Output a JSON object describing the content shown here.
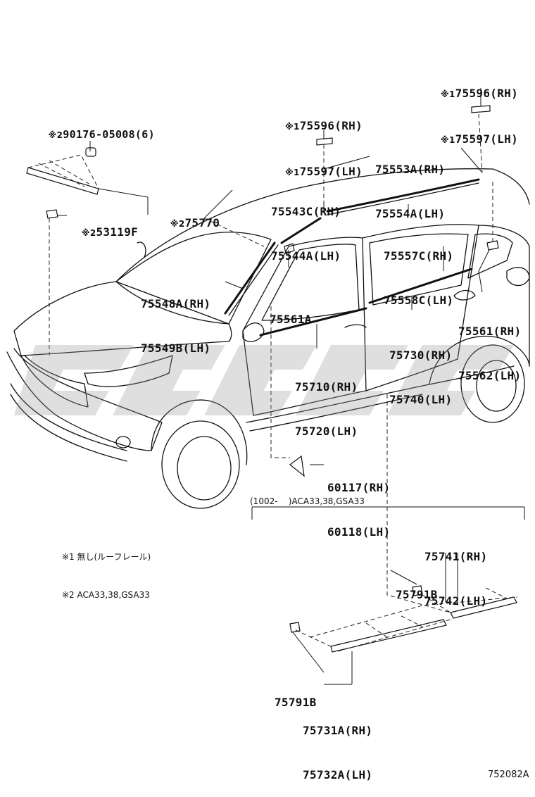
{
  "colors": {
    "ink": "#111111",
    "watermark": "#9a9a9a"
  },
  "callouts": {
    "c_90176": {
      "mark": "※2",
      "lines": [
        "90176-05008(6)"
      ]
    },
    "c_53119": {
      "mark": "※2",
      "lines": [
        "53119F"
      ]
    },
    "c_75770": {
      "mark": "※2",
      "lines": [
        "75770"
      ]
    },
    "c_75596_mid": {
      "lines": [
        "75596(RH)",
        "75597(LH)"
      ],
      "marks": [
        "※1",
        "※1"
      ]
    },
    "c_75596_right": {
      "lines": [
        "75596(RH)",
        "75597(LH)"
      ],
      "marks": [
        "※1",
        "※1"
      ]
    },
    "c_75553": {
      "lines": [
        "75553A(RH)",
        "75554A(LH)"
      ]
    },
    "c_75543": {
      "lines": [
        "75543C(RH)",
        "75544A(LH)"
      ]
    },
    "c_75557": {
      "lines": [
        "75557C(RH)",
        "75558C(LH)"
      ]
    },
    "c_75548": {
      "lines": [
        "75548A(RH)",
        "75549B(LH)"
      ]
    },
    "c_75561A": {
      "lines": [
        "75561A"
      ]
    },
    "c_75561": {
      "lines": [
        "75561(RH)",
        "75562(LH)"
      ]
    },
    "c_75730": {
      "lines": [
        "75730(RH)",
        "75740(LH)"
      ]
    },
    "c_75710": {
      "lines": [
        "75710(RH)",
        "75720(LH)"
      ]
    },
    "c_60117": {
      "lines": [
        "60117(RH)",
        "60118(LH)"
      ]
    },
    "c_75741": {
      "lines": [
        "75741(RH)",
        "75742(LH)"
      ]
    },
    "c_75791_top": {
      "lines": [
        "75791B"
      ]
    },
    "c_75791_bot": {
      "lines": [
        "75791B"
      ]
    },
    "c_75731": {
      "lines": [
        "75731A(RH)",
        "75732A(LH)"
      ]
    }
  },
  "variant_label": "(1002-    )ACA33,38,GSA33",
  "notes": [
    "※1 無し(ルーフレール)",
    "※2 ACA33,38,GSA33"
  ],
  "diagram_id": "752082A"
}
